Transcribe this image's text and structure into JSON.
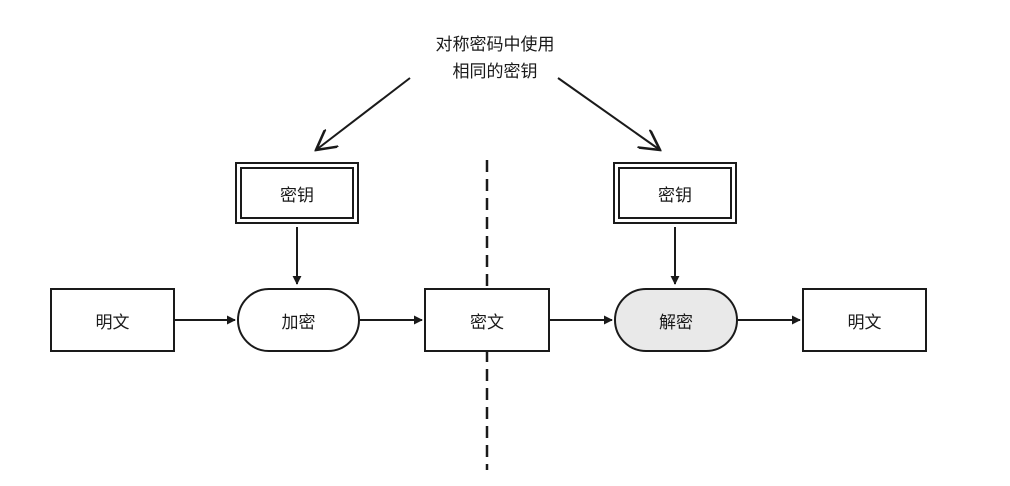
{
  "diagram": {
    "caption_lines": [
      "对称密码中使用",
      "相同的密钥"
    ],
    "nodes": {
      "plaintext_in": "明文",
      "encrypt": "加密",
      "key_left": "密钥",
      "ciphertext": "密文",
      "decrypt": "解密",
      "key_right": "密钥",
      "plaintext_out": "明文"
    },
    "edges": [
      {
        "from": "plaintext_in",
        "to": "encrypt"
      },
      {
        "from": "key_left",
        "to": "encrypt"
      },
      {
        "from": "encrypt",
        "to": "ciphertext"
      },
      {
        "from": "ciphertext",
        "to": "decrypt"
      },
      {
        "from": "key_right",
        "to": "decrypt"
      },
      {
        "from": "decrypt",
        "to": "plaintext_out"
      },
      {
        "from": "caption",
        "to": "key_left"
      },
      {
        "from": "caption",
        "to": "key_right"
      }
    ],
    "colors": {
      "stroke": "#1a1a1a",
      "decrypt_fill": "#e9e9e9"
    }
  }
}
